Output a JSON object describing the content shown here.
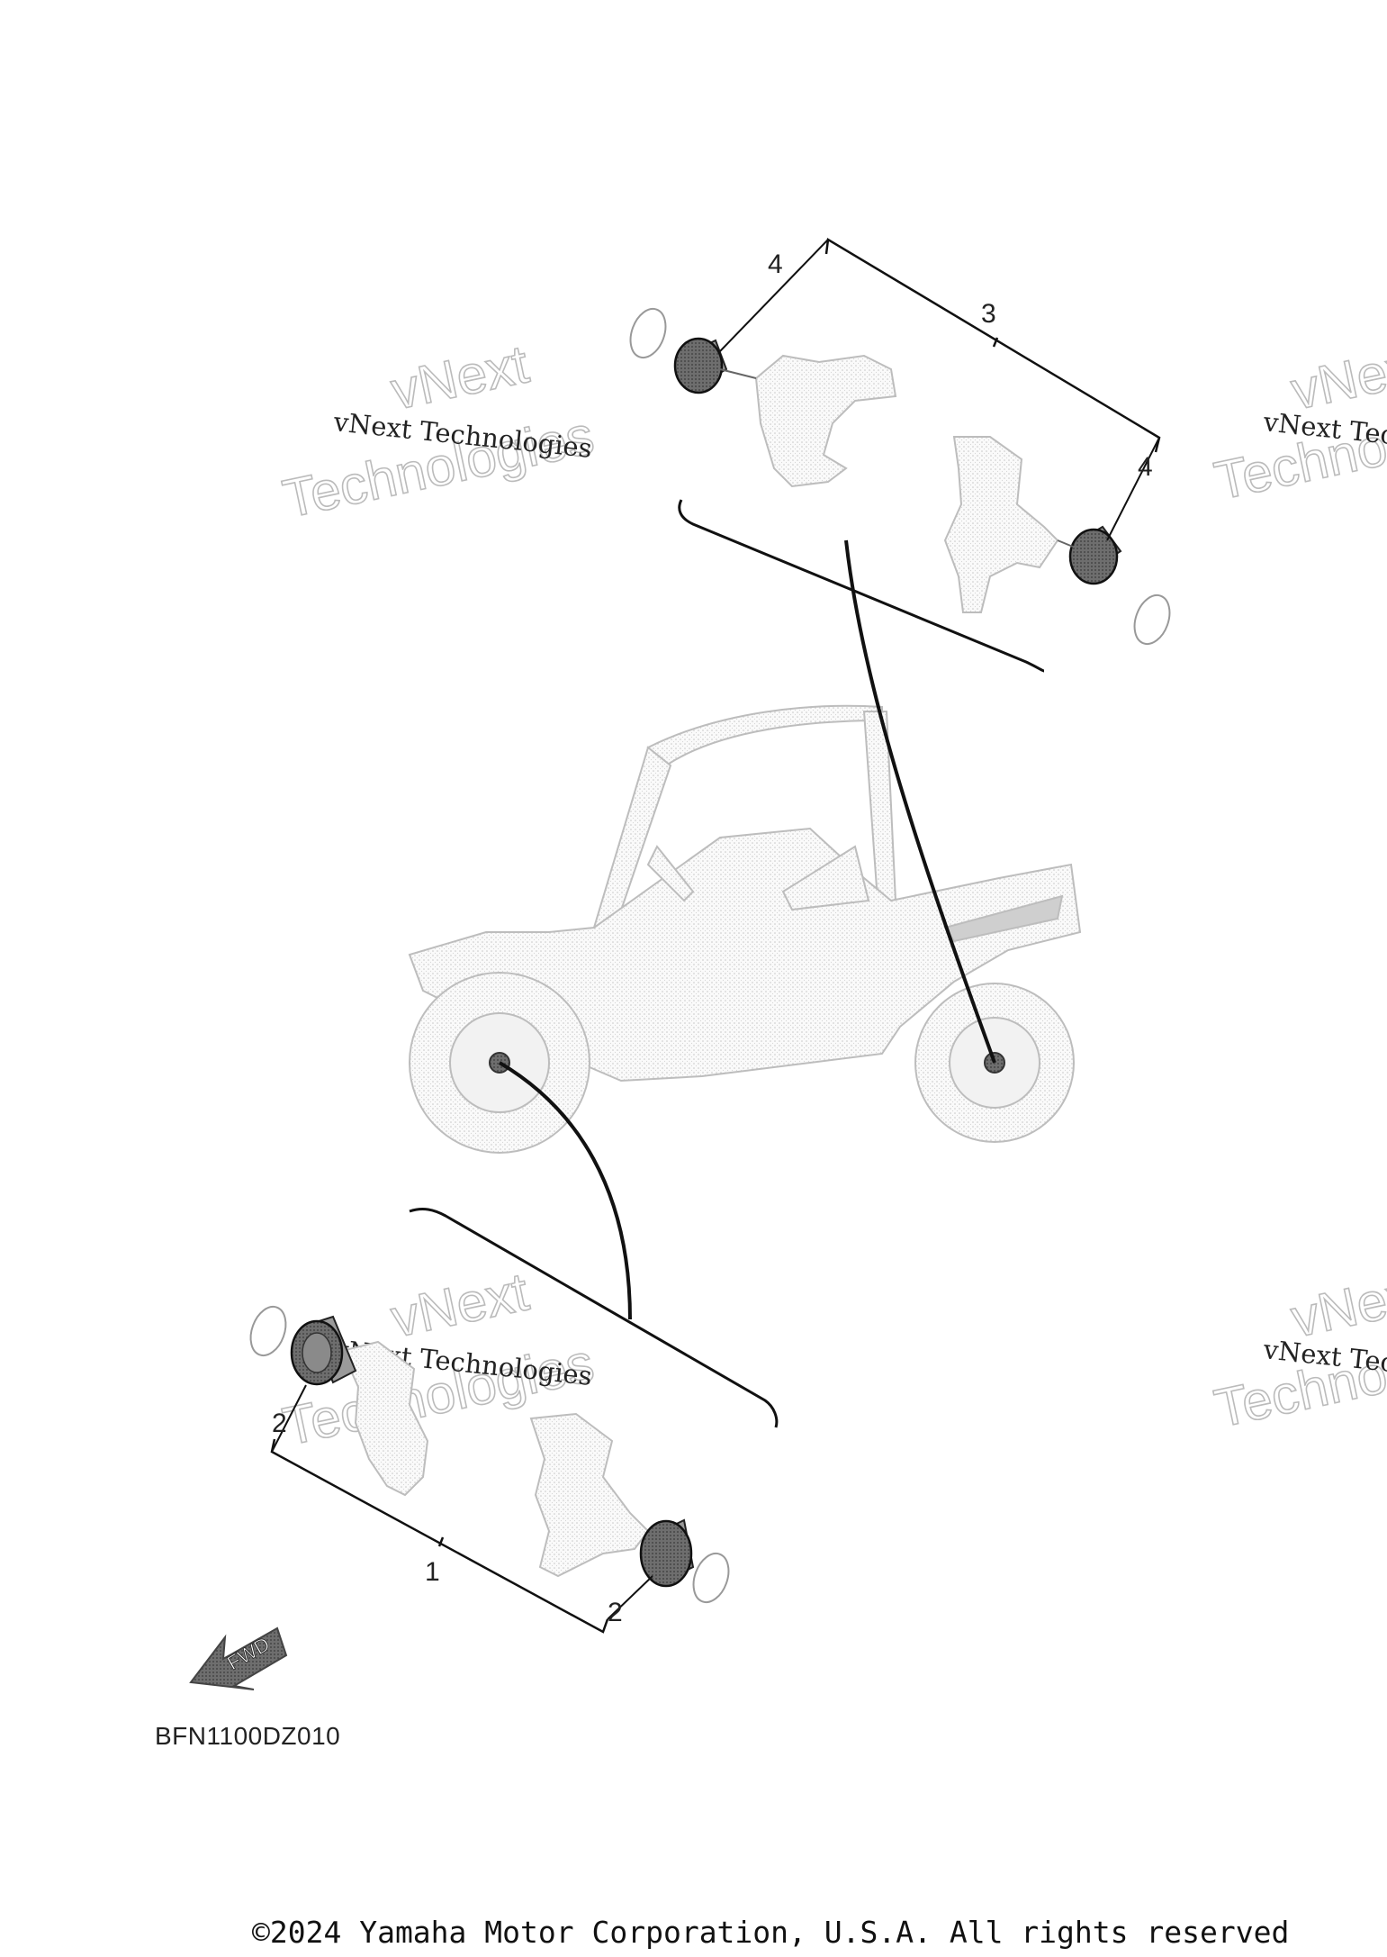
{
  "callouts": [
    "1",
    "2",
    "2",
    "3",
    "4",
    "4"
  ],
  "fwd_label": "FWD",
  "diagram_code": "BFN1100DZ010",
  "watermark": {
    "line": "vNext Technologies",
    "big_1": "vNext",
    "big_2": "Technologies",
    "cut_big_1": "vNex",
    "cut_big_2": "Techno",
    "cut_line": "vNext Tec"
  },
  "copyright": "©2024 Yamaha Motor Corporation, U.S.A. All rights reserved"
}
